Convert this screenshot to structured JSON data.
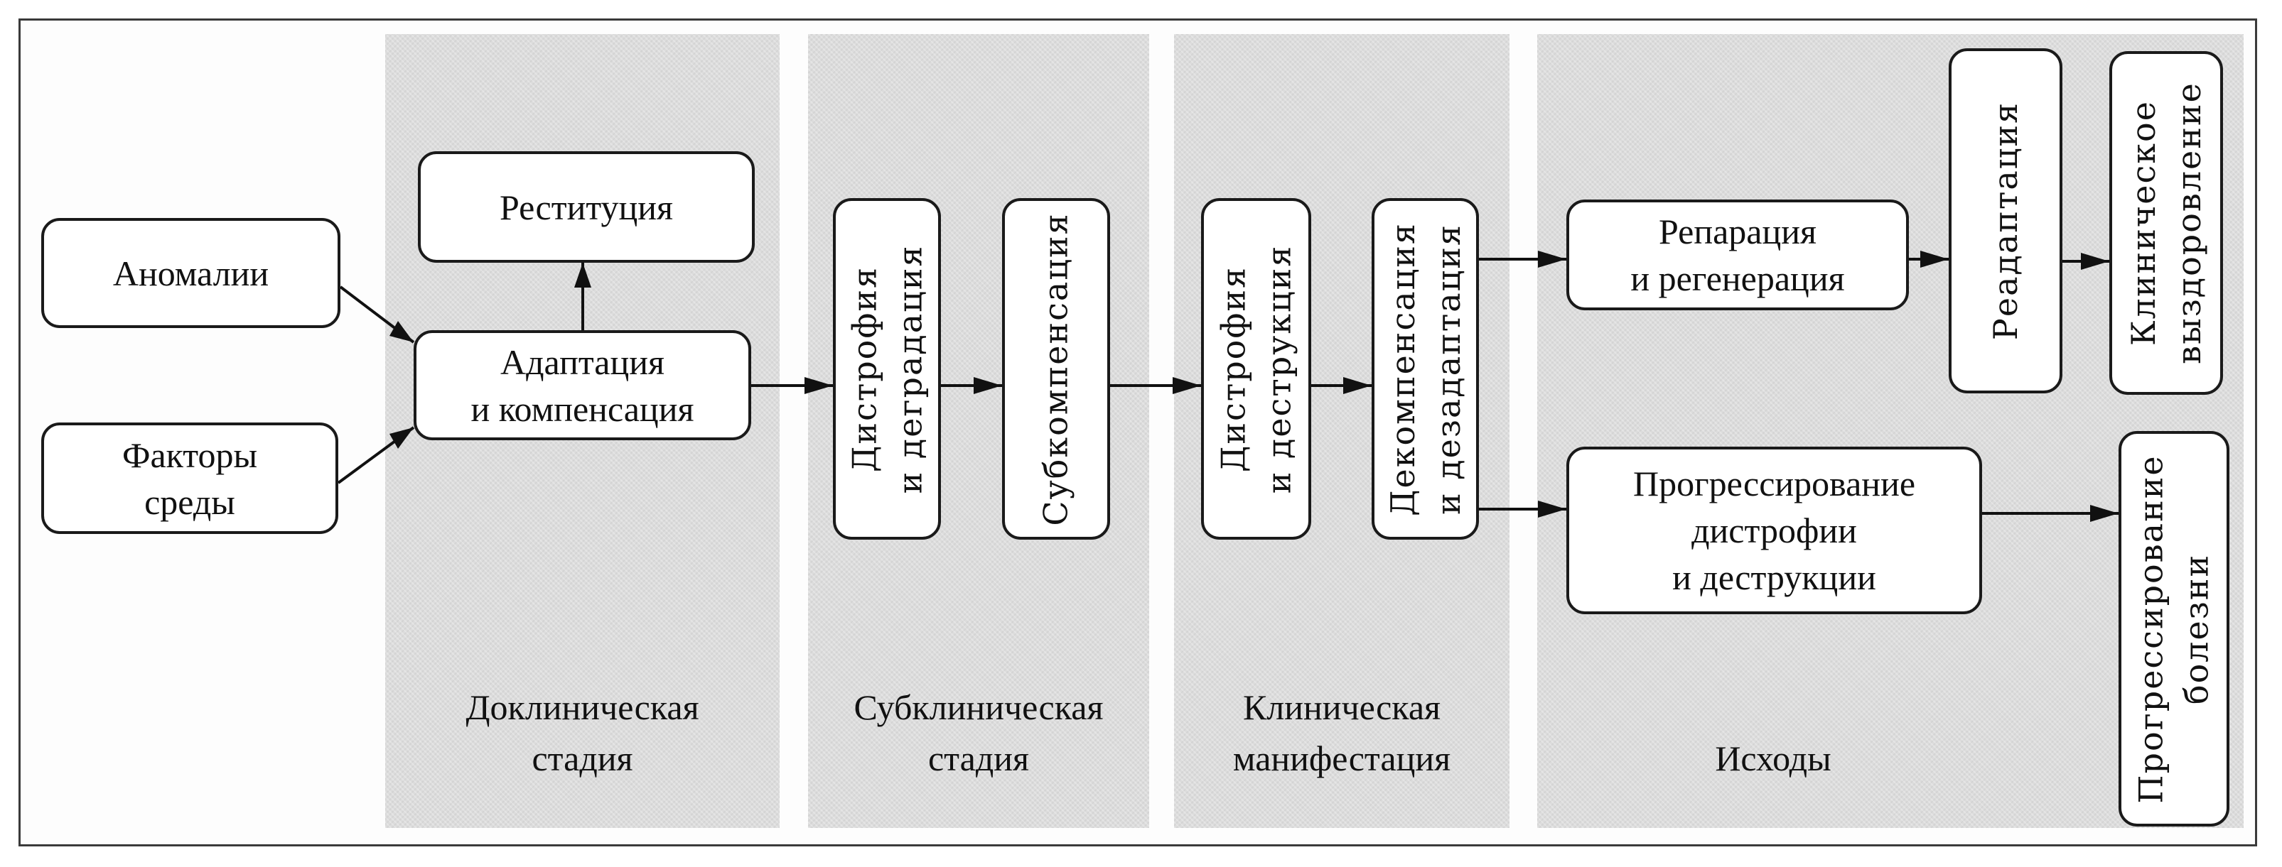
{
  "stages": [
    {
      "id": "preclinical",
      "label": "Доклиническая\nстадия"
    },
    {
      "id": "subclinical",
      "label": "Субклиническая\nстадия"
    },
    {
      "id": "clinical",
      "label": "Клиническая\nманифестация"
    },
    {
      "id": "outcomes",
      "label": "Исходы"
    }
  ],
  "nodes": {
    "anomalies": "Аномалии",
    "environment": "Факторы\nсреды",
    "restitution": "Реституция",
    "adaptation": "Адаптация\nи компенсация",
    "dystrophy_degradation": "Дистрофия\nи деградация",
    "subcompensation": "Субкомпенсация",
    "dystrophy_destruction": "Дистрофия\nи деструкция",
    "decompensation": "Декомпенсация\nи дезадаптация",
    "reparation": "Репарация\nи регенерация",
    "readaptation": "Реадаптация",
    "recovery": "Клиническое\nвыздоровление",
    "progression_dystrophy": "Прогрессирование\nдистрофии\nи деструкции",
    "progression_disease": "Прогрессирование\nболезни"
  },
  "edges": [
    {
      "from": "anomalies",
      "to": "adaptation"
    },
    {
      "from": "environment",
      "to": "adaptation"
    },
    {
      "from": "adaptation",
      "to": "restitution"
    },
    {
      "from": "adaptation",
      "to": "dystrophy_degradation"
    },
    {
      "from": "dystrophy_degradation",
      "to": "subcompensation"
    },
    {
      "from": "subcompensation",
      "to": "dystrophy_destruction"
    },
    {
      "from": "dystrophy_destruction",
      "to": "decompensation"
    },
    {
      "from": "decompensation",
      "to": "reparation"
    },
    {
      "from": "decompensation",
      "to": "progression_dystrophy"
    },
    {
      "from": "reparation",
      "to": "readaptation"
    },
    {
      "from": "readaptation",
      "to": "recovery"
    },
    {
      "from": "progression_dystrophy",
      "to": "progression_disease"
    }
  ]
}
